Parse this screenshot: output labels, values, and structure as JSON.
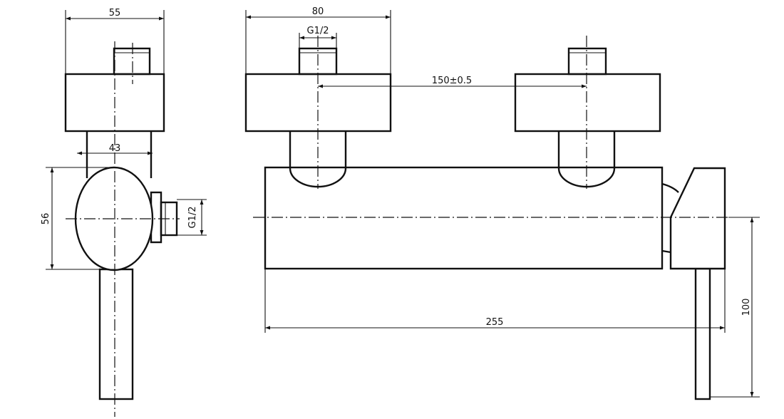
{
  "dimensions": {
    "side_width": "55",
    "side_body_width": "43",
    "side_height": "56",
    "side_thread": "G1/2",
    "front_block_width": "80",
    "front_thread": "G1/2",
    "inlet_spacing": "150±0.5",
    "body_length": "255",
    "handle_height": "100"
  }
}
